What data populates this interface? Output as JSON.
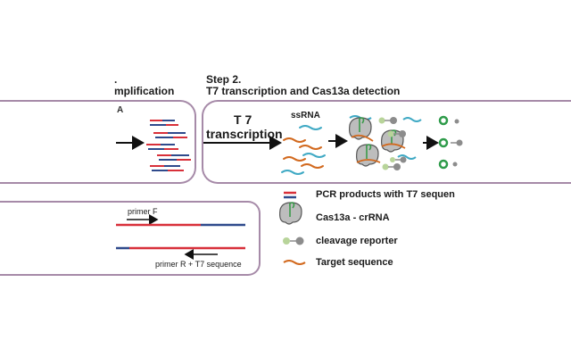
{
  "step1": {
    "number_fragment": ".",
    "title_fragment": "mplification",
    "panel_mark": "A"
  },
  "step2": {
    "number": "Step 2.",
    "title": "T7 transcription and Cas13a detection"
  },
  "labels": {
    "t7_line1": "T 7",
    "t7_line2": "transcription",
    "ssrna": "ssRNA",
    "primer_f": "primer F",
    "primer_r": "primer R + T7 sequence"
  },
  "legend": [
    {
      "id": "pcr",
      "label": "PCR products with T7 sequen"
    },
    {
      "id": "cas",
      "label": "Cas13a - crRNA"
    },
    {
      "id": "reporter",
      "label": "cleavage reporter"
    },
    {
      "id": "target",
      "label": "Target sequence"
    }
  ],
  "colors": {
    "box_border": "#a68aa8",
    "dna_red": "#d8303a",
    "dna_blue": "#2f4a8c",
    "rna_orange": "#d2691e",
    "rna_teal": "#3fa9c4",
    "cas_gray": "#bdbdbd",
    "crrna_green": "#3a9a4a",
    "reporter_green": "#b8d49a",
    "reporter_gray": "#8c8c8c",
    "signal_green": "#2e9b4a"
  }
}
